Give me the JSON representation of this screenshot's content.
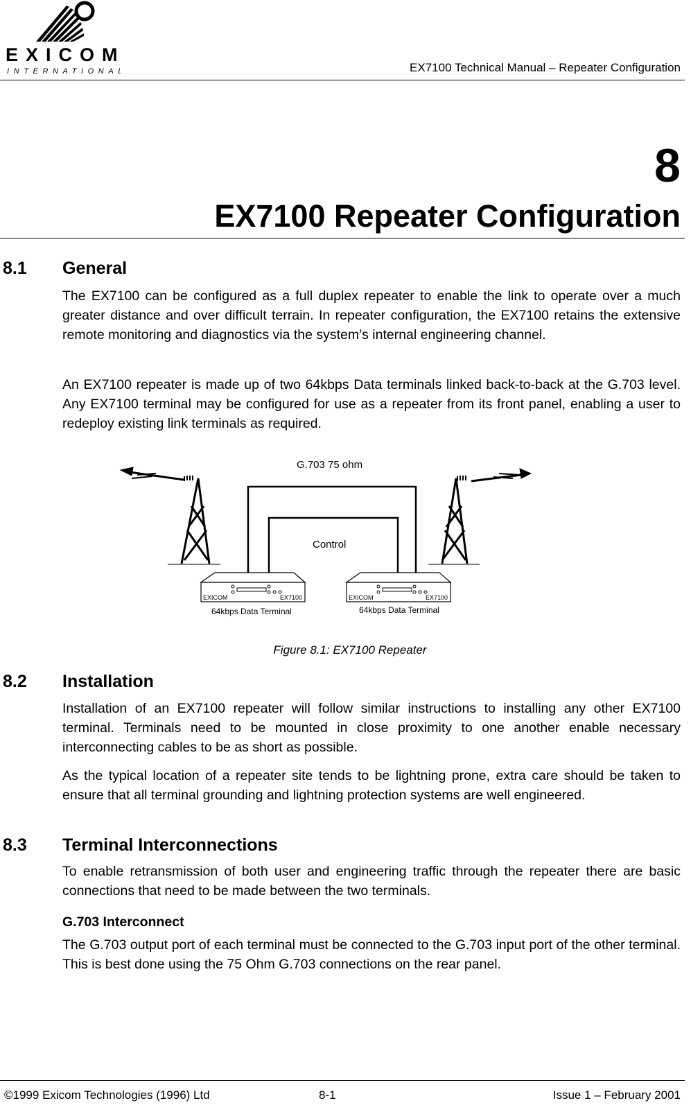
{
  "logo": {
    "brand": "EXICOM",
    "subtitle": "INTERNATIONAL"
  },
  "header": {
    "title": "EX7100 Technical Manual – Repeater Configuration"
  },
  "chapter": {
    "number": "8",
    "title": "EX7100 Repeater Configuration"
  },
  "sections": [
    {
      "number": "8.1",
      "title": "General",
      "paragraphs": [
        "The EX7100 can be configured as a full duplex repeater to enable the link to operate over a much greater distance and over difficult terrain. In repeater configuration, the EX7100 retains the extensive remote monitoring and diagnostics via the system’s internal engineering channel.",
        "An EX7100 repeater is made up of two 64kbps Data terminals linked back-to-back at the G.703 level. Any EX7100 terminal may be configured for use as a repeater from its front panel, enabling a user to redeploy existing link terminals as required."
      ]
    },
    {
      "number": "8.2",
      "title": "Installation",
      "paragraphs": [
        "Installation of an EX7100 repeater will follow similar instructions to installing any other EX7100 terminal. Terminals need to be mounted in close proximity to one another enable necessary interconnecting cables to be as short as possible.",
        "As the typical location of a repeater site tends to be lightning prone, extra care should be taken to ensure that all terminal grounding and lightning protection systems are well engineered."
      ]
    },
    {
      "number": "8.3",
      "title": "Terminal Interconnections",
      "paragraphs": [
        "To enable retransmission of both user and engineering traffic through the repeater there are basic connections that need to be made between the two terminals."
      ],
      "subsection": {
        "title": "G.703 Interconnect",
        "paragraph": "The G.703 output port of each terminal must be connected to the G.703 input port of the other terminal. This is best done using the 75 Ohm G.703 connections on the rear panel."
      }
    }
  ],
  "figure": {
    "top_label": "G.703   75 ohm",
    "control_label": "Control",
    "terminal_left": {
      "brand": "EXICOM",
      "model": "EX7100",
      "caption": "64kbps Data Terminal"
    },
    "terminal_right": {
      "brand": "EXICOM",
      "model": "EX7100",
      "caption": "64kbps Data Terminal"
    },
    "caption": "Figure 8.1: EX7100 Repeater"
  },
  "footer": {
    "copyright": "©1999 Exicom Technologies (1996) Ltd",
    "page": "8-1",
    "issue": "Issue 1 – February 2001"
  }
}
